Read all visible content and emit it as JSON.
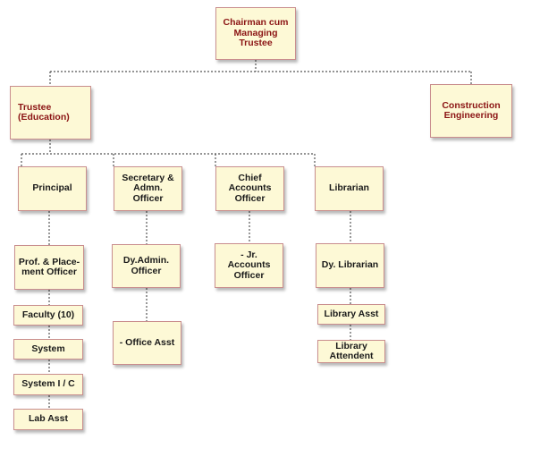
{
  "colors": {
    "box_fill": "#fdf9d6",
    "box_border": "#c98e8e",
    "connector": "#555555",
    "top_level_text": "#8b1414"
  },
  "nodes": {
    "chairman": "Chairman cum\nManaging\nTrustee",
    "trustee_education": "Trustee\n(Education)",
    "construction": "Construction\nEngineering",
    "principal": "Principal",
    "secretary": "Secretary &\nAdmn. Officer",
    "chief_accounts": "Chief\nAccounts\nOfficer",
    "librarian": "Librarian",
    "prof_placement": "Prof. & Place-\nment Officer",
    "faculty": "Faculty (10)",
    "system": "System",
    "system_ic": "System I / C",
    "lab_asst": "Lab Asst",
    "dy_admin": "Dy.Admin.\nOfficer",
    "office_asst": "- Office Asst",
    "jr_accounts": "- Jr. Accounts\nOfficer",
    "dy_librarian": "Dy. Librarian",
    "library_asst": "Library Asst",
    "library_attendent": "Library\nAttendent"
  }
}
